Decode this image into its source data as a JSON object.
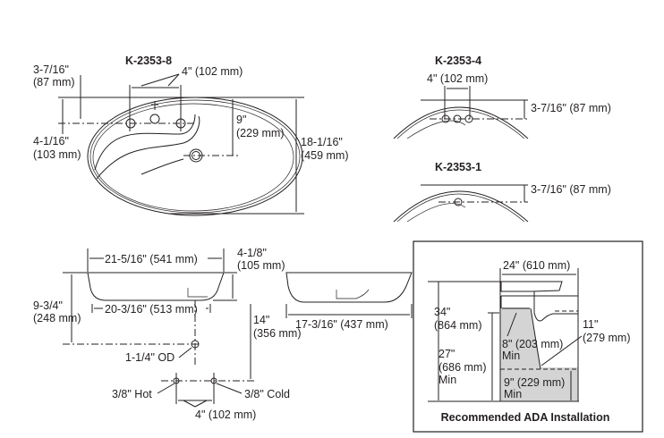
{
  "top_view": {
    "title": "K-2353-8",
    "dim_hole_offset": [
      "3-7/16\"",
      "(87 mm)"
    ],
    "dim_spacing": "4\" (102 mm)",
    "dim_drain_offset": [
      "4-1/16\"",
      "(103 mm)"
    ],
    "dim_drain_depth": [
      "9\"",
      "(229 mm)"
    ],
    "dim_depth": [
      "18-1/16\"",
      "(459 mm)"
    ]
  },
  "variant_4": {
    "title": "K-2353-4",
    "dim_spacing": "4\" (102 mm)",
    "dim_offset": "3-7/16\" (87 mm)"
  },
  "variant_1": {
    "title": "K-2353-1",
    "dim_offset": "3-7/16\" (87 mm)"
  },
  "front_view": {
    "dim_width": "21-5/16\" (541 mm)",
    "dim_height": [
      "4-1/8\"",
      "(105 mm)"
    ],
    "dim_total": [
      "9-3/4\"",
      "(248 mm)"
    ],
    "dim_inner": "20-3/16\" (513 mm)",
    "dim_supply": [
      "14\"",
      "(356 mm)"
    ],
    "drain_label": "1-1/4\" OD",
    "hot_label": "3/8\" Hot",
    "cold_label": "3/8\" Cold",
    "supply_spacing": "4\" (102 mm)"
  },
  "side_view": {
    "dim_depth": "17-3/16\" (437 mm)"
  },
  "ada": {
    "title": "Recommended ADA Installation",
    "dim_width": "24\" (610 mm)",
    "dim_height": [
      "34\"",
      "(864 mm)"
    ],
    "dim_knee": [
      "27\"",
      "(686 mm)",
      "Min"
    ],
    "dim_knee_depth": [
      "8\" (203 mm)",
      "Min"
    ],
    "dim_toe_depth": [
      "11\"",
      "(279 mm)"
    ],
    "dim_toe_height": [
      "9\" (229 mm)",
      "Min"
    ]
  }
}
